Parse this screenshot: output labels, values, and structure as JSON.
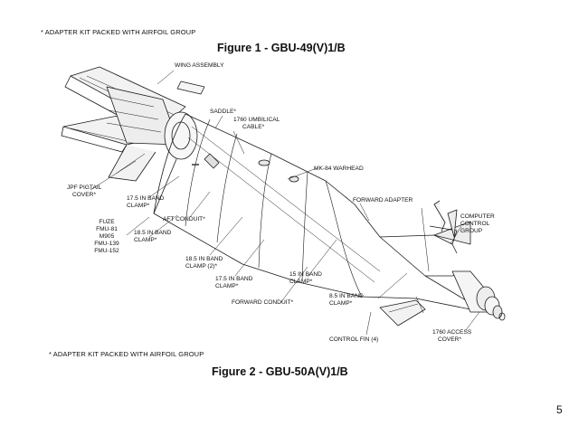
{
  "page": {
    "note_top": "* ADAPTER KIT PACKED WITH AIRFOIL GROUP",
    "figure1_title": "Figure 1 - GBU-49(V)1/B",
    "note_bottom": "* ADAPTER KIT PACKED WITH AIRFOIL GROUP",
    "figure2_title": "Figure 2 - GBU-50A(V)1/B",
    "page_number": "5"
  },
  "labels": {
    "wing_assembly": "WING ASSEMBLY",
    "saddle": "SADDLE*",
    "umbilical_1": "1760 UMBILICAL",
    "umbilical_2": "CABLE*",
    "warhead": "MK-84 WARHEAD",
    "jpf_1": "JPF PIGTAIL",
    "jpf_2": "COVER*",
    "band175_1": "17.5 IN BAND",
    "band175_2": "CLAMP*",
    "aft_conduit": "AFT CONDUIT*",
    "fuze_1": "FUZE",
    "fuze_2": "FMU-81",
    "fuze_3": "M905",
    "fuze_4": "FMU-139",
    "fuze_5": "FMU-152",
    "band185_1": "18.5 IN BAND",
    "band185_2": "CLAMP*",
    "band185b_1": "18.5 IN BAND",
    "band185b_2": "CLAMP (2)*",
    "band175b_1": "17.5 IN BAND",
    "band175b_2": "CLAMP*",
    "band15_1": "15 IN BAND",
    "band15_2": "CLAMP*",
    "forward_adapter": "FORWARD ADAPTER",
    "ccg_1": "COMPUTER",
    "ccg_2": "CONTROL",
    "ccg_3": "GROUP",
    "forward_conduit": "FORWARD CONDUIT*",
    "band85_1": "8.5 IN BAND",
    "band85_2": "CLAMP*",
    "control_fin": "CONTROL FIN (4)",
    "access_1": "1760 ACCESS",
    "access_2": "COVER*"
  }
}
